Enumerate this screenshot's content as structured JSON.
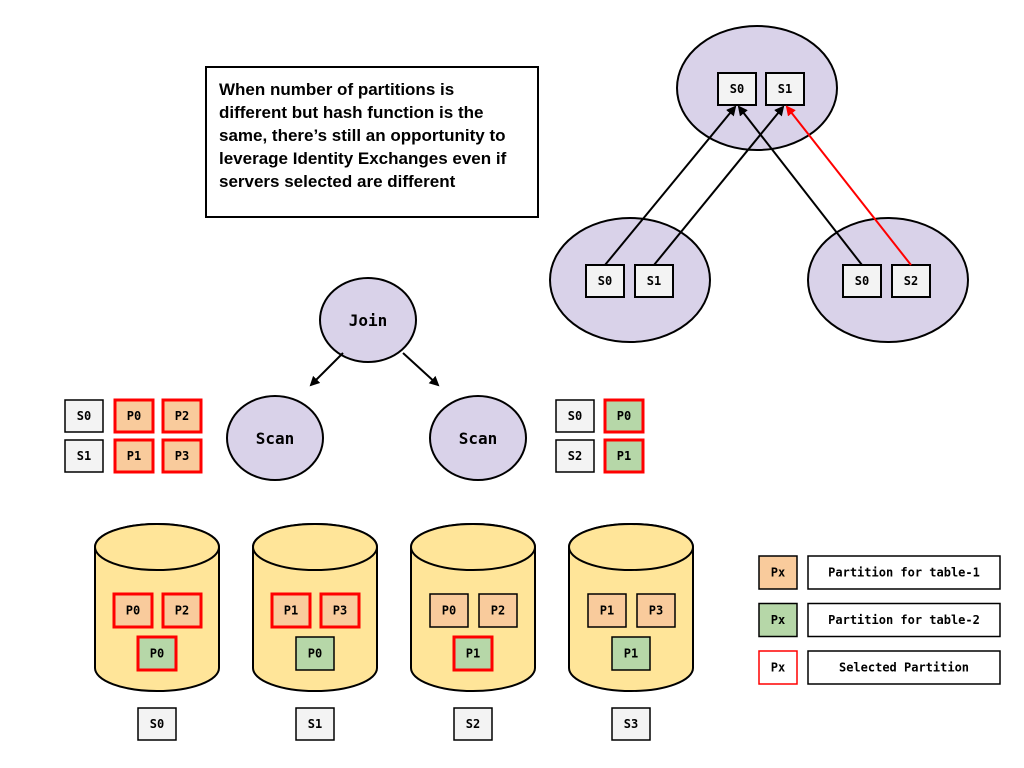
{
  "note": {
    "text": "When number of partitions is different but hash function is the same, there’s still an opportunity to leverage Identity Exchanges even if servers selected are different"
  },
  "exchange_graph": {
    "top_node": {
      "servers": [
        "S0",
        "S1"
      ]
    },
    "left_node": {
      "servers": [
        "S0",
        "S1"
      ]
    },
    "right_node": {
      "servers": [
        "S0",
        "S2"
      ]
    },
    "edges": [
      {
        "from": "left.S0",
        "to": "top.S0",
        "highlight": false
      },
      {
        "from": "left.S1",
        "to": "top.S1",
        "highlight": false
      },
      {
        "from": "right.S0",
        "to": "top.S0",
        "highlight": false
      },
      {
        "from": "right.S2",
        "to": "top.S1",
        "highlight": true
      }
    ]
  },
  "plan": {
    "join_label": "Join",
    "scan_left_label": "Scan",
    "scan_right_label": "Scan"
  },
  "left_assignment": {
    "rows": [
      {
        "server": "S0",
        "partitions": [
          "P0",
          "P2"
        ]
      },
      {
        "server": "S1",
        "partitions": [
          "P1",
          "P3"
        ]
      }
    ]
  },
  "right_assignment": {
    "rows": [
      {
        "server": "S0",
        "partitions": [
          "P0"
        ]
      },
      {
        "server": "S2",
        "partitions": [
          "P1"
        ]
      }
    ]
  },
  "storage": [
    {
      "server": "S0",
      "table1": [
        {
          "label": "P0",
          "selected": true
        },
        {
          "label": "P2",
          "selected": true
        }
      ],
      "table2": {
        "label": "P0",
        "selected": true
      }
    },
    {
      "server": "S1",
      "table1": [
        {
          "label": "P1",
          "selected": true
        },
        {
          "label": "P3",
          "selected": true
        }
      ],
      "table2": {
        "label": "P0",
        "selected": false
      }
    },
    {
      "server": "S2",
      "table1": [
        {
          "label": "P0",
          "selected": false
        },
        {
          "label": "P2",
          "selected": false
        }
      ],
      "table2": {
        "label": "P1",
        "selected": true
      }
    },
    {
      "server": "S3",
      "table1": [
        {
          "label": "P1",
          "selected": false
        },
        {
          "label": "P3",
          "selected": false
        }
      ],
      "table2": {
        "label": "P1",
        "selected": false
      }
    }
  ],
  "legend": [
    {
      "swatch": "Px",
      "label": "Partition for table-1",
      "kind": "table1"
    },
    {
      "swatch": "Px",
      "label": "Partition for table-2",
      "kind": "table2"
    },
    {
      "swatch": "Px",
      "label": "Selected Partition",
      "kind": "selected"
    }
  ],
  "colors": {
    "node_fill": "#d9d2e9",
    "server_fill": "#f3f3f3",
    "table1_fill": "#f9cb9c",
    "table2_fill": "#b6d7a8",
    "cylinder_fill": "#ffe599",
    "selected_border": "#ff0000",
    "highlight_edge": "#ff0000"
  }
}
